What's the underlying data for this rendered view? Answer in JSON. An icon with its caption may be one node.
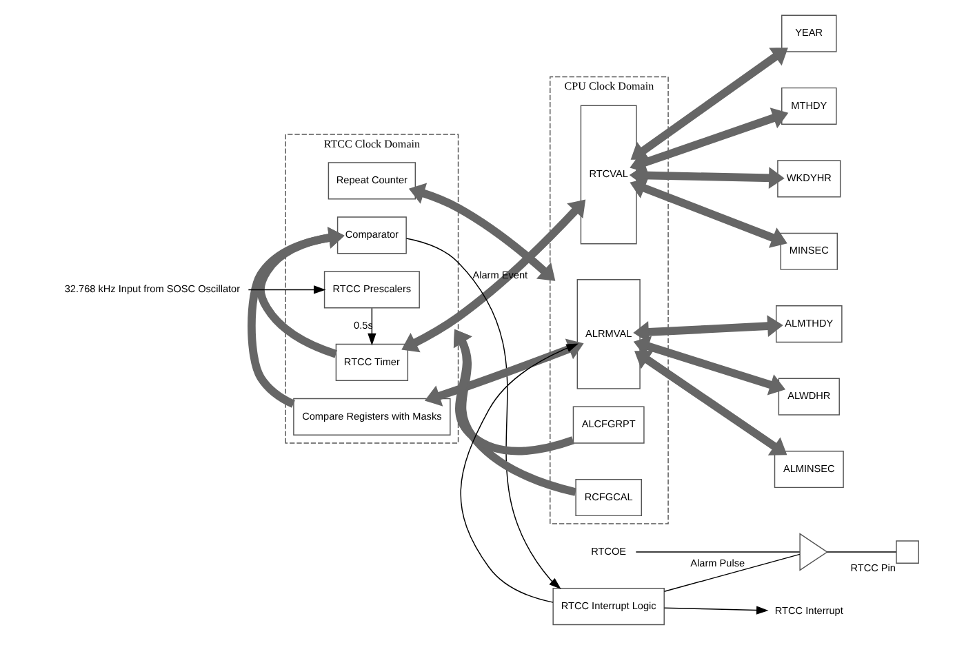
{
  "diagram": {
    "nodes": [
      {
        "text": [
          "RTCC Clock Domain"
        ]
      },
      {
        "text": [
          "CPU Clock Domain"
        ]
      },
      {
        "text": [
          "32.768 kHz Input from SOSC Oscillator"
        ]
      },
      {
        "text": [
          "RTCC Prescalers"
        ],
        "in": 0
      },
      {
        "text": [
          "RTCC Timer"
        ],
        "in": 0
      },
      {
        "text": [
          "Comparator"
        ],
        "in": 0
      },
      {
        "text": [
          "Compare Registers with Masks"
        ],
        "in": 0
      },
      {
        "text": [
          "Repeat Counter"
        ],
        "in": 0
      },
      {
        "text": [
          "RCFGCAL"
        ],
        "in": 1
      },
      {
        "text": [
          "ALCFGRPT"
        ],
        "in": 1
      },
      {
        "text": [
          "RTCVAL"
        ],
        "in": 1
      },
      {
        "text": [
          "ALRMVAL"
        ],
        "in": 1
      },
      {
        "text": [
          "YEAR"
        ]
      },
      {
        "text": [
          "MTHDY"
        ]
      },
      {
        "text": [
          "WKDYHR"
        ]
      },
      {
        "text": [
          "MINSEC"
        ]
      },
      {
        "text": [
          "ALMTHDY"
        ]
      },
      {
        "text": [
          "ALWDHR"
        ]
      },
      {
        "text": [
          "ALMINSEC"
        ]
      },
      {
        "text": [
          "RTCC Interrupt Logic"
        ]
      },
      {
        "text": [
          "RTCC Interrupt"
        ]
      },
      {
        "text": [],
        "shape": "triangle"
      },
      {
        "text": [],
        "shape": "box",
        "beside": [
          "RTCC Pin"
        ]
      },
      {
        "text": [
          "RTCOE"
        ]
      }
    ],
    "edges": [
      {
        "from": 2,
        "to": 3,
        "arrow": "to",
        "color": "#000000"
      },
      {
        "from": 3,
        "to": 4,
        "arrow": "to",
        "label": "0.5s",
        "color": "#000000"
      },
      {
        "from": 4,
        "to": 5,
        "arrow": "to"
      },
      {
        "from": 6,
        "to": 5,
        "arrow": "to"
      },
      {
        "from": 8,
        "to": 0,
        "arrow": "to"
      },
      {
        "from": 9,
        "to": 0,
        "arrow": "to"
      },
      {
        "from": 4,
        "to": 10,
        "arrow": "both"
      },
      {
        "from": 6,
        "to": 11,
        "arrow": "both"
      },
      {
        "from": 7,
        "to": 1,
        "arrow": "both"
      },
      {
        "from": 10,
        "to": 12,
        "arrow": "both"
      },
      {
        "from": 10,
        "to": 13,
        "arrow": "both"
      },
      {
        "from": 10,
        "to": 14,
        "arrow": "both"
      },
      {
        "from": 10,
        "to": 15,
        "arrow": "both"
      },
      {
        "from": 11,
        "to": 16,
        "arrow": "both"
      },
      {
        "from": 11,
        "to": 17,
        "arrow": "both"
      },
      {
        "from": 11,
        "to": 18,
        "arrow": "both"
      },
      {
        "from": 5,
        "to": 19,
        "arrow": "to",
        "label": "Alarm Event",
        "color": "#000000"
      },
      {
        "from": 19,
        "to": 11,
        "arrow": "to",
        "color": "#000000"
      },
      {
        "from": 19,
        "to": 20,
        "arrow": "to",
        "color": "#000000"
      },
      {
        "from": 19,
        "to": 21,
        "arrow": "none",
        "label": "Alarm Pulse",
        "color": "#000000"
      },
      {
        "from": 21,
        "to": 22,
        "arrow": "none",
        "color": "#000000"
      },
      {
        "from": 23,
        "to": 21,
        "arrow": "none",
        "color": "#000000"
      }
    ]
  }
}
